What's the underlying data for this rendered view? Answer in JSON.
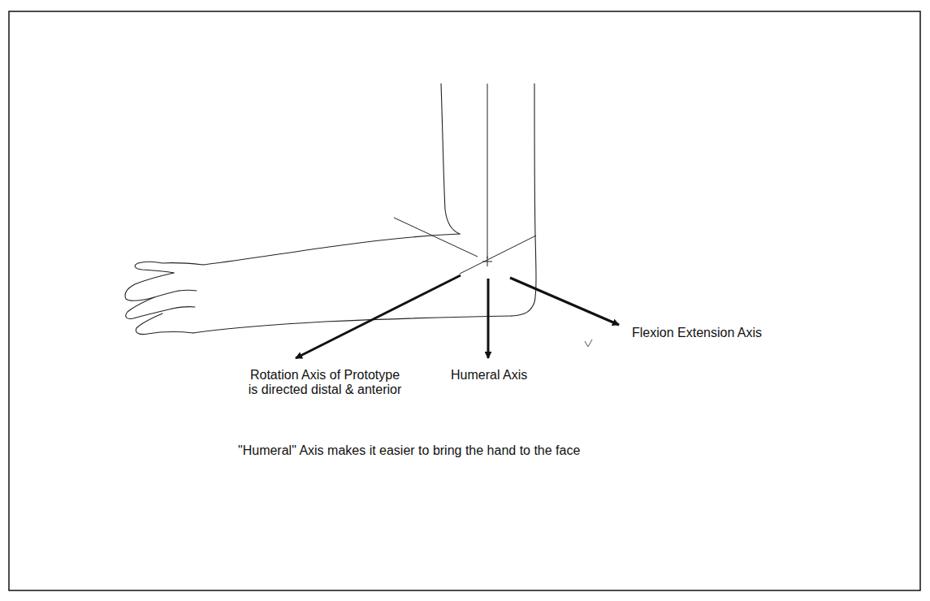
{
  "diagram": {
    "caption": "\"Humeral\" Axis makes it easier to bring the hand to the face",
    "labels": [
      "Flexion Extension Axis",
      "Rotation Axis of Prototype is directed distal & anterior",
      "Humeral Axis"
    ]
  }
}
